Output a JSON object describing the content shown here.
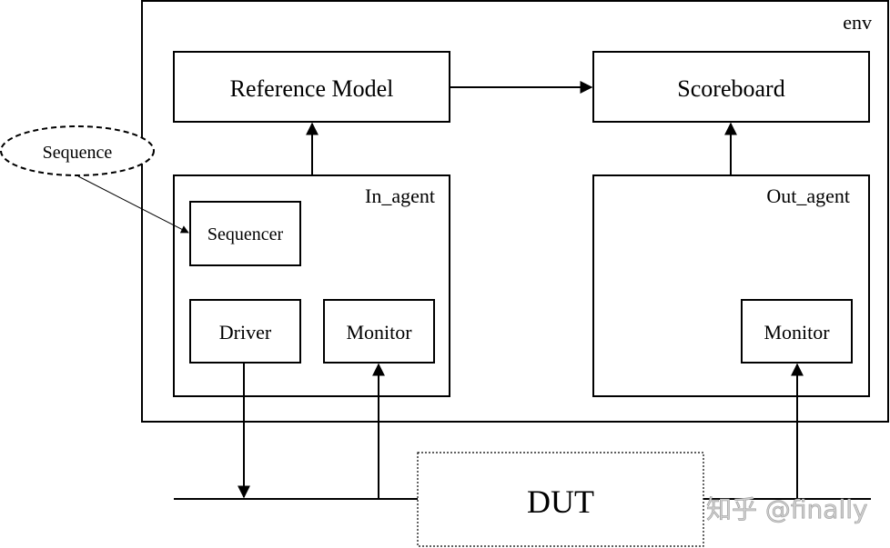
{
  "labels": {
    "env": "env",
    "reference_model": "Reference Model",
    "scoreboard": "Scoreboard",
    "in_agent": "In_agent",
    "out_agent": "Out_agent",
    "sequence": "Sequence",
    "sequencer": "Sequencer",
    "driver": "Driver",
    "in_monitor": "Monitor",
    "out_monitor": "Monitor",
    "dut": "DUT"
  },
  "watermark": "知乎 @finally"
}
